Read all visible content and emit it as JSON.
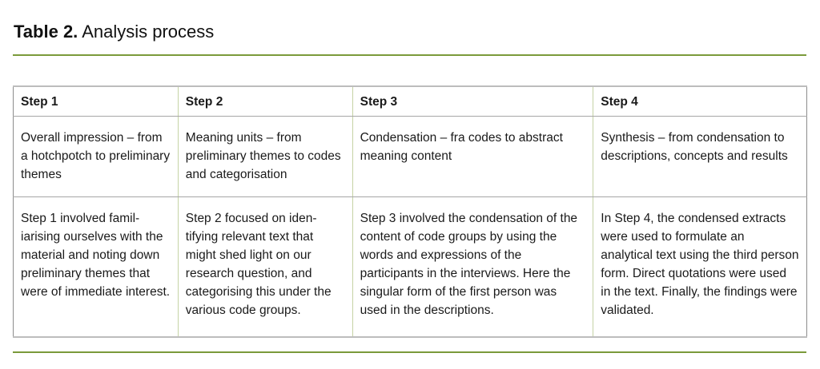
{
  "document": {
    "title_bold": "Table 2.",
    "title_rest": " Analysis process",
    "accent_color": "#7a9a3a"
  },
  "table": {
    "headers": [
      "Step 1",
      "Step 2",
      "Step 3",
      "Step 4"
    ],
    "summary_row": [
      "Overall impression – from a hotchpotch to preliminary themes",
      "Meaning units – from preliminary themes to codes and categorisation",
      "Condensation – fra codes to abstract meaning content",
      "Synthesis – from condensation to descriptions, concepts and results"
    ],
    "detail_row": [
      "Step 1 involved famil-iarising ourselves with the material and noting down preliminary themes that were of immediate interest.",
      "Step 2 focused on iden-tifying relevant text that might shed light on our research question, and categorising this under the various code groups.",
      "Step 3 involved the condensation of the content of code groups by using the words and expressions of the participants in the interviews. Here the singular form of the first person was used in the descriptions.",
      "In Step 4, the condensed extracts were used to formulate an analytical text using the third person form. Direct quotations were used in the text. Finally, the findings were validated."
    ]
  }
}
